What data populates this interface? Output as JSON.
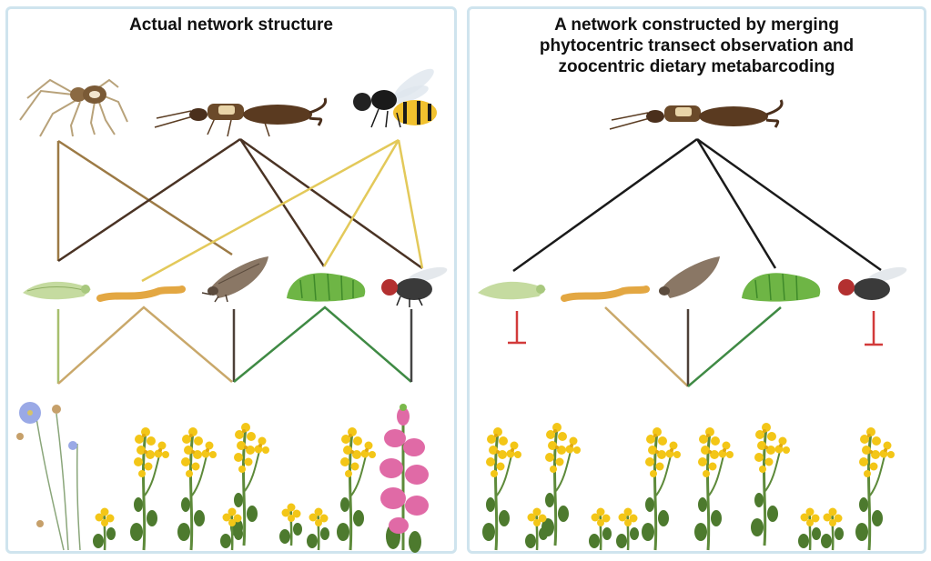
{
  "panels": {
    "left": {
      "title": "Actual network structure"
    },
    "right": {
      "title_lines": [
        "A network constructed by merging",
        "phytocentric transect observation and",
        "zoocentric dietary metabarcoding"
      ]
    }
  },
  "colors": {
    "panel_border": "#cfe4ee",
    "spider_link": "#9c7a45",
    "earwig_link": "#4a3324",
    "wasp_link": "#e3c95a",
    "merged_link": "#1a1a1a",
    "leafhopper_plant_link": "#a7bf6e",
    "larva_plant_link": "#c9a86a",
    "moth_plant_link": "#4d4038",
    "caterpillar_plant_link": "#3f8a44",
    "fly_plant_link": "#454545",
    "missing_link_marker": "#d23a3a",
    "flower_yellow": "#f3c617",
    "flower_pink": "#e06aa6",
    "flower_blue": "#9aa9e6",
    "stem_green": "#5d8a3a"
  },
  "icons": {
    "predators": [
      "spider-icon",
      "earwig-icon",
      "wasp-icon"
    ],
    "prey": [
      "leafhopper-icon",
      "mealworm-icon",
      "moth-icon",
      "caterpillar-icon",
      "fly-icon"
    ],
    "plants": [
      "flax-plant-icon",
      "rapeseed-plant-icon",
      "snapdragon-plant-icon"
    ]
  }
}
